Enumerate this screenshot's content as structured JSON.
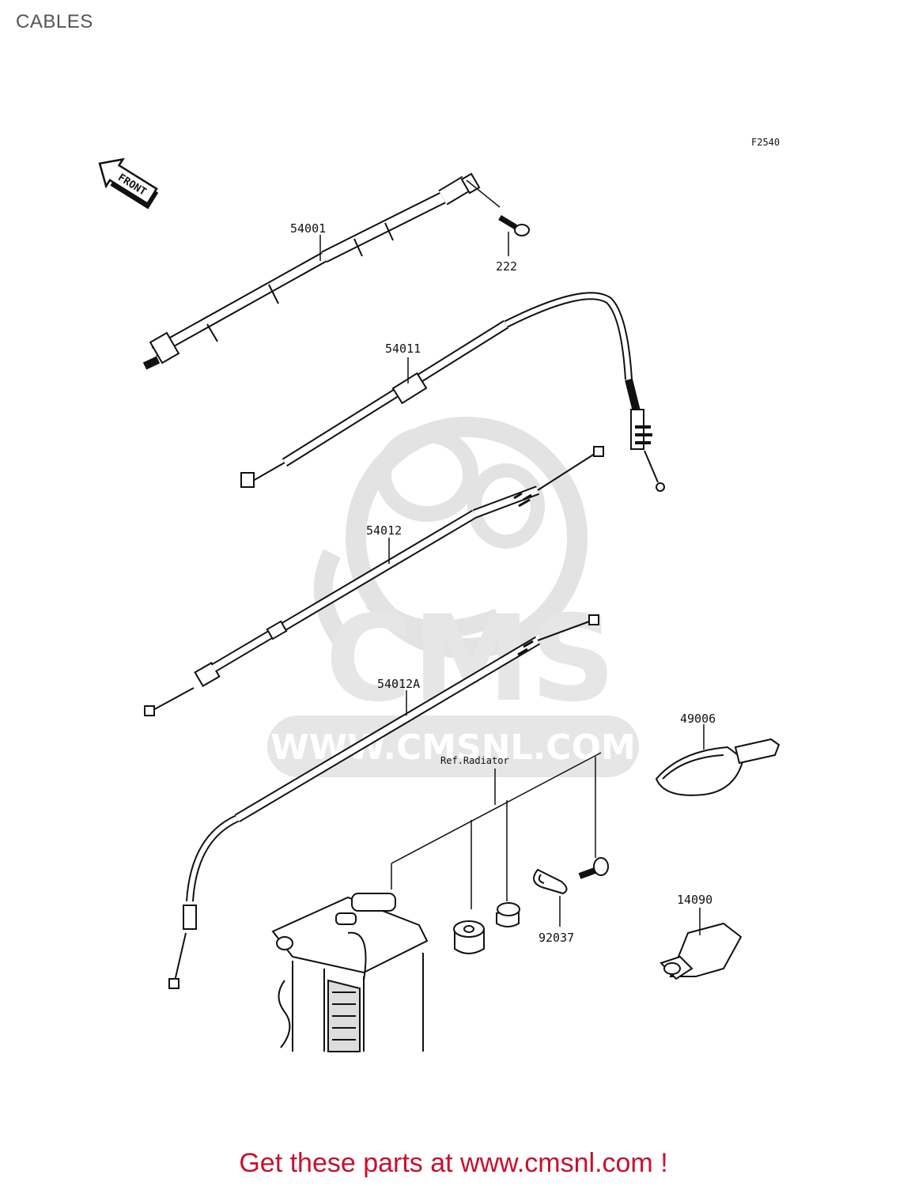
{
  "page": {
    "title": "CABLES",
    "figure_code": "F2540",
    "front_label": "FRONT"
  },
  "watermark": {
    "brand": "CMS",
    "url": "WWW.CMSNL.COM"
  },
  "parts": {
    "p54001": "54001",
    "p222": "222",
    "p54011": "54011",
    "p54012": "54012",
    "p54012a": "54012A",
    "p49006": "49006",
    "ref_radiator": "Ref.Radiator",
    "p92037": "92037",
    "p14090": "14090"
  },
  "footer": {
    "text": "Get these parts at www.cmsnl.com !"
  },
  "colors": {
    "line": "#111111",
    "watermark": "#e6e6e6",
    "footer": "#c8102e"
  }
}
